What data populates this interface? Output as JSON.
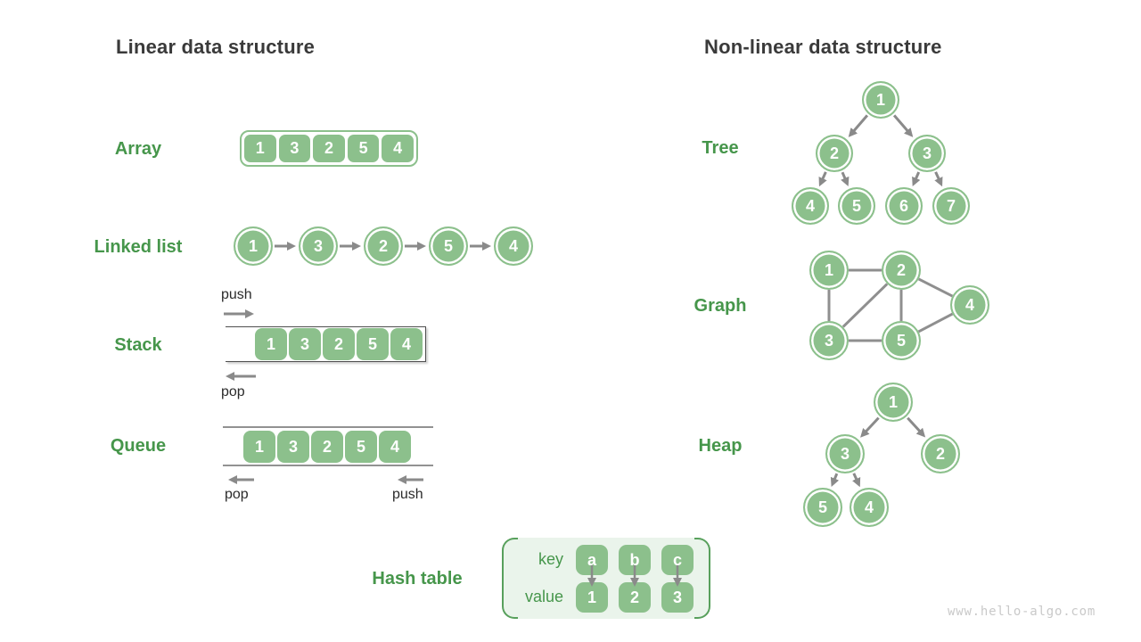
{
  "colors": {
    "node_green": "#8CC08C",
    "label_green": "#46964B",
    "heading_dark": "#3A3A3A",
    "arrow_gray": "#8A8A8A",
    "hash_bg": "#EAF4EB",
    "hash_bracket_green": "#58A05C",
    "watermark_gray": "#C9C9C9"
  },
  "linear": {
    "title": "Linear data structure",
    "array": {
      "label": "Array",
      "cells": [
        "1",
        "3",
        "2",
        "5",
        "4"
      ]
    },
    "linked_list": {
      "label": "Linked list",
      "nodes": [
        "1",
        "3",
        "2",
        "5",
        "4"
      ]
    },
    "stack": {
      "label": "Stack",
      "cells": [
        "1",
        "3",
        "2",
        "5",
        "4"
      ],
      "push": "push",
      "pop": "pop"
    },
    "queue": {
      "label": "Queue",
      "cells": [
        "1",
        "3",
        "2",
        "5",
        "4"
      ],
      "pop": "pop",
      "push": "push"
    }
  },
  "nonlinear": {
    "title": "Non-linear data structure",
    "tree": {
      "label": "Tree",
      "nodes": [
        "1",
        "2",
        "3",
        "4",
        "5",
        "6",
        "7"
      ]
    },
    "graph": {
      "label": "Graph",
      "nodes": [
        "1",
        "2",
        "3",
        "4",
        "5"
      ],
      "edges": [
        [
          "1",
          "2"
        ],
        [
          "1",
          "3"
        ],
        [
          "2",
          "3"
        ],
        [
          "2",
          "5"
        ],
        [
          "2",
          "4"
        ],
        [
          "3",
          "5"
        ],
        [
          "4",
          "5"
        ]
      ]
    },
    "heap": {
      "label": "Heap",
      "nodes": [
        "1",
        "3",
        "2",
        "5",
        "4"
      ]
    }
  },
  "hash_table": {
    "label": "Hash table",
    "key_header": "key",
    "value_header": "value",
    "keys": [
      "a",
      "b",
      "c"
    ],
    "values": [
      "1",
      "2",
      "3"
    ]
  },
  "watermark": "www.hello-algo.com"
}
